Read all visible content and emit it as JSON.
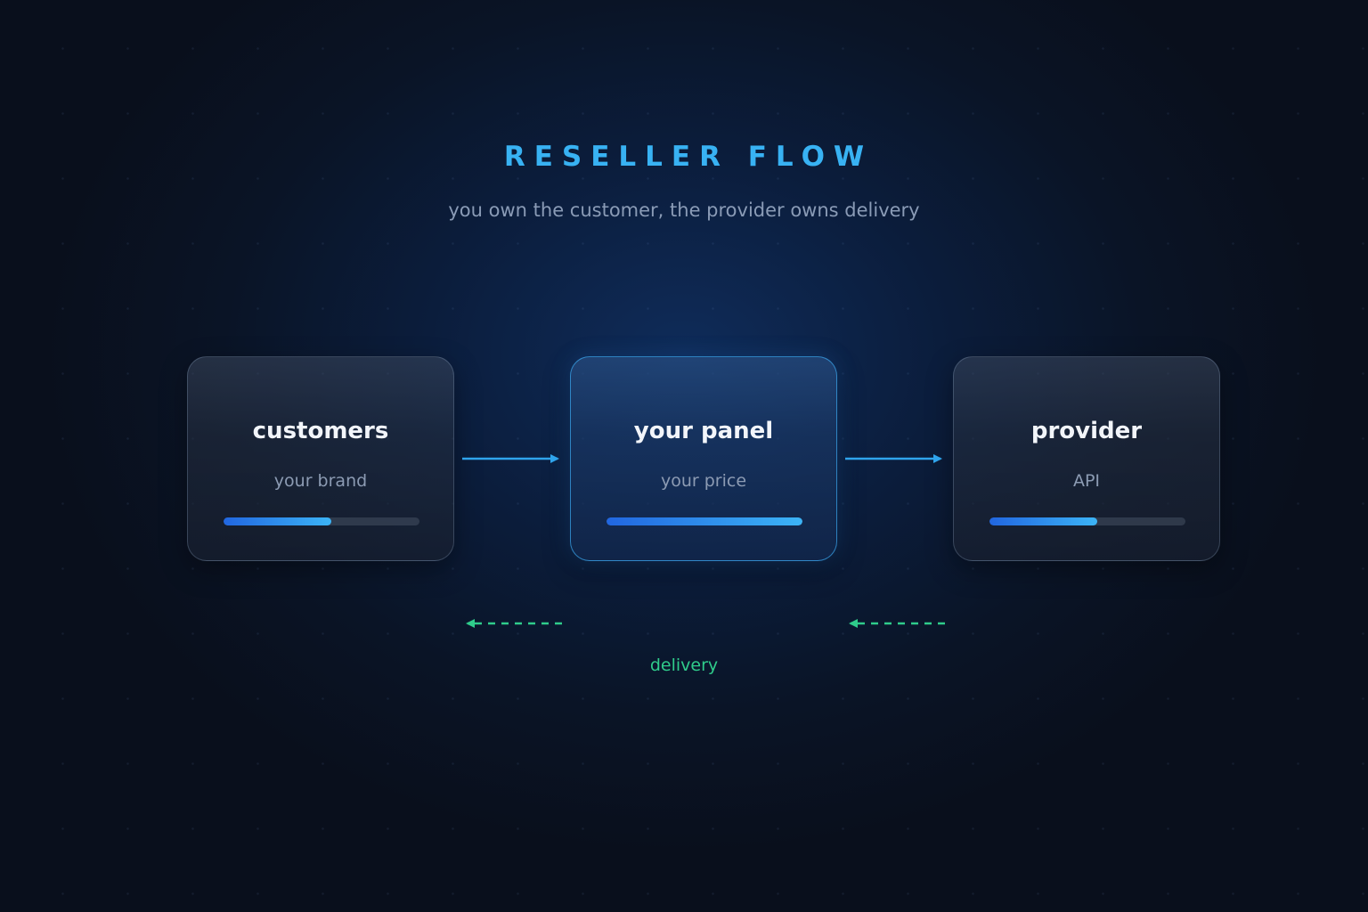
{
  "header": {
    "title": "RESELLER FLOW",
    "subtitle": "you own the customer, the provider owns delivery"
  },
  "nodes": [
    {
      "title": "customers",
      "subtitle": "your brand",
      "progress": 0.55,
      "highlighted": false
    },
    {
      "title": "your panel",
      "subtitle": "your price",
      "progress": 1.0,
      "highlighted": true
    },
    {
      "title": "provider",
      "subtitle": "API",
      "progress": 0.55,
      "highlighted": false
    }
  ],
  "edges": {
    "forward": {
      "style": "solid",
      "direction": "right"
    },
    "return": {
      "style": "dashed",
      "direction": "left",
      "label": "delivery"
    }
  },
  "colors": {
    "accent": "#38b2f3",
    "forward_arrow": "#2fa4ec",
    "return_arrow": "#2fcc8b",
    "bar_start": "#2166e0",
    "bar_end": "#3cb4f6"
  }
}
